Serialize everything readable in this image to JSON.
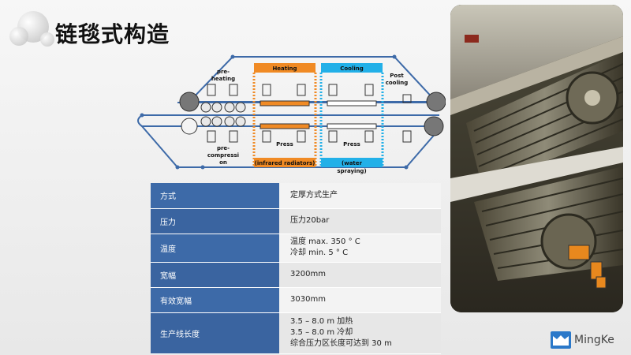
{
  "title": "链毯式构造",
  "diagram": {
    "heating_label": "Heating",
    "cooling_label": "Cooling",
    "preheating_label": [
      "pre-",
      "heating"
    ],
    "precompression_label": [
      "pre-",
      "compressi",
      "on"
    ],
    "postcooling_label": [
      "Post",
      "cooling"
    ],
    "press_label_left": "Press",
    "press_label_right": "Press",
    "heating_note": "(infrared radiators)",
    "cooling_note": [
      "(water",
      "spraying)"
    ],
    "colors": {
      "heating": "#f08a24",
      "cooling": "#22b0e8",
      "belt": "#3d6aa8"
    }
  },
  "specs": [
    {
      "key": "方式",
      "value": [
        "定厚方式生产"
      ]
    },
    {
      "key": "压力",
      "value": [
        "压力20bar"
      ]
    },
    {
      "key": "温度",
      "value": [
        "温度 max. 350 ° C",
        "冷却 min. 5 ° C"
      ]
    },
    {
      "key": "宽幅",
      "value": [
        "3200mm"
      ]
    },
    {
      "key": "有效宽幅",
      "value": [
        "3030mm"
      ]
    },
    {
      "key": "生产线长度",
      "value": [
        "3.5 – 8.0 m 加热",
        "3.5 – 8.0 m 冷却",
        "综合压力区长度可达到 30 m"
      ]
    }
  ],
  "logo": {
    "text": "MingKe",
    "icon": "mingke-logo-icon"
  }
}
